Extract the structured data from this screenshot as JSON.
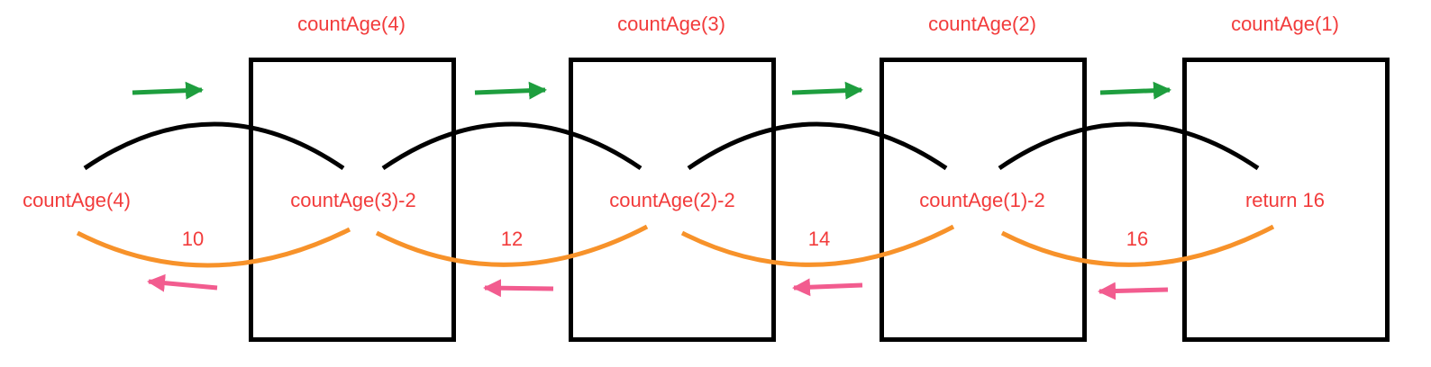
{
  "colors": {
    "text": "#f23b3b",
    "box_border": "#000000",
    "forward_arc": "#000000",
    "return_arc": "#f7922a",
    "forward_arrow": "#1e9e3e",
    "return_arrow": "#f25c8f"
  },
  "frames": [
    {
      "header": "countAge(4)",
      "body": "countAge(3)-2"
    },
    {
      "header": "countAge(3)",
      "body": "countAge(2)-2"
    },
    {
      "header": "countAge(2)",
      "body": "countAge(1)-2"
    },
    {
      "header": "countAge(1)",
      "body": "return 16"
    }
  ],
  "caller_label": "countAge(4)",
  "return_values": [
    "10",
    "12",
    "14",
    "16"
  ],
  "icons": {
    "forward": "green-right-arrow-icon",
    "return": "pink-left-arrow-icon"
  }
}
